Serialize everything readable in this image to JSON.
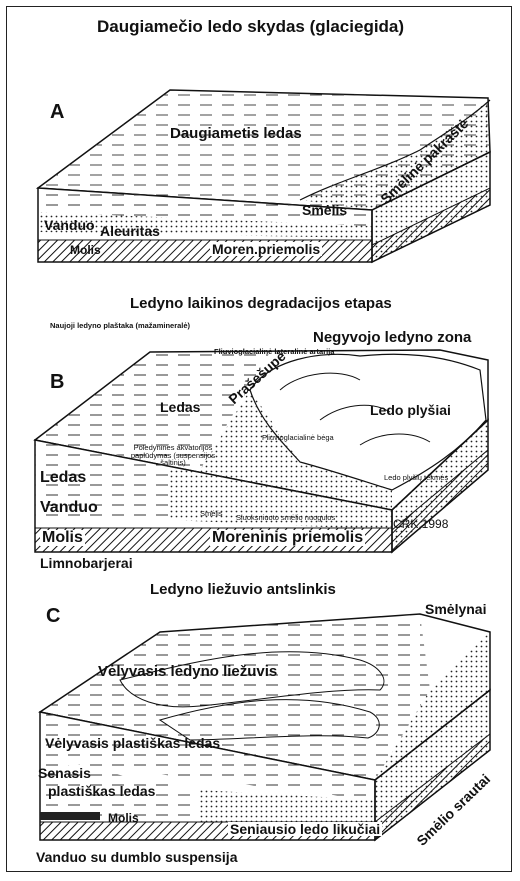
{
  "title": "Daugiamečio ledo skydas (glaciegida)",
  "panel_a": {
    "letter": "A",
    "labels": {
      "ice": "Daugiametis ledas",
      "sand": "Smėlis",
      "water": "Vanduo",
      "silt": "Aleuritas",
      "clay": "Molis",
      "till": "Moren.priemolis",
      "sandy_edge": "Smėlinė pakraštė"
    }
  },
  "section_b_title": "Ledyno laikinos degradacijos etapas",
  "panel_b": {
    "letter": "B",
    "labels": {
      "new_sheet": "Naujoji ledyno plaštaka (mažamineralė)",
      "dead_zone": "Negyvojo ledyno zona",
      "lateral_artery": "Fliuvioglacialinė lateralinė artarija",
      "ice": "Ledas",
      "outwash": "Prašešupė",
      "ice_blocks": "Ledo plyšiai",
      "fluvio_bed": "Fliuvioglacialinė bėga",
      "subglacial": "Poledyninės akvatorijos paplūdymas (suspensijos šaltinis)",
      "ice_left": "Ledas",
      "water": "Vanduo",
      "clay": "Molis",
      "limno": "Limnobarjerai",
      "sediment": "Smėlis",
      "melt_flow": "Ledo plyšių tėkmės",
      "sand_deposits": "Sluoksniuoto smėlio nuogulos",
      "credit": "CRK,1998",
      "till": "Moreninis priemolis"
    }
  },
  "section_c_title": "Ledyno liežuvio antslinkis",
  "panel_c": {
    "letter": "C",
    "labels": {
      "dunes": "Smėlynai",
      "late_tongue": "Vėlyvasis ledyno liežuvis",
      "late_plastic": "Vėlyvasis plastiškas ledas",
      "old_plastic_1": "Senasis",
      "old_plastic_2": "plastiškas ledas",
      "clay": "Molis",
      "oldest_ice": "Seniausio ledo likučiai",
      "sand_streams": "Smėlio srautai",
      "water_mud": "Vanduo su dumblo suspensija"
    }
  }
}
